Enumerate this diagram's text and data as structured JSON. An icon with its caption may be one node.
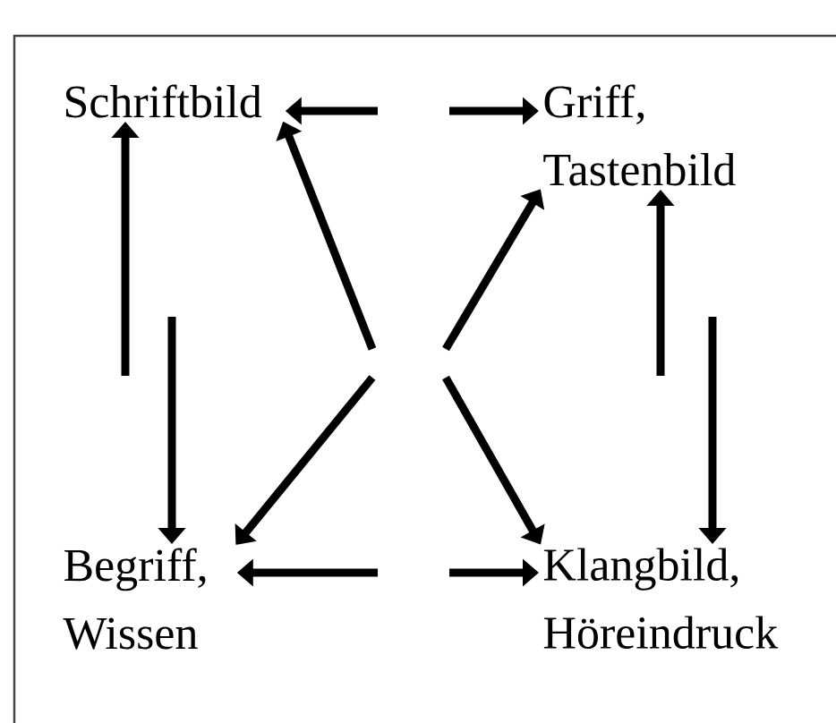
{
  "diagram": {
    "nodes": [
      {
        "text": [
          "Schriftbild"
        ]
      },
      {
        "text": [
          "Griff, Tastenbild"
        ]
      },
      {
        "text": [
          "Begriff, Wissen"
        ]
      },
      {
        "text": [
          "Klangbild, Höreindruck"
        ]
      }
    ],
    "edges": [
      {
        "from": null,
        "to": 0,
        "arrow": "to"
      },
      {
        "from": null,
        "to": 1,
        "arrow": "to"
      },
      {
        "from": null,
        "to": 0,
        "arrow": "to"
      },
      {
        "from": null,
        "to": 2,
        "arrow": "to"
      },
      {
        "from": null,
        "to": 1,
        "arrow": "to"
      },
      {
        "from": null,
        "to": 3,
        "arrow": "to"
      },
      {
        "from": null,
        "to": 0,
        "arrow": "to"
      },
      {
        "from": null,
        "to": 1,
        "arrow": "to"
      },
      {
        "from": null,
        "to": 2,
        "arrow": "to"
      },
      {
        "from": null,
        "to": 3,
        "arrow": "to"
      },
      {
        "from": null,
        "to": 2,
        "arrow": "to"
      },
      {
        "from": null,
        "to": 3,
        "arrow": "to"
      }
    ]
  }
}
